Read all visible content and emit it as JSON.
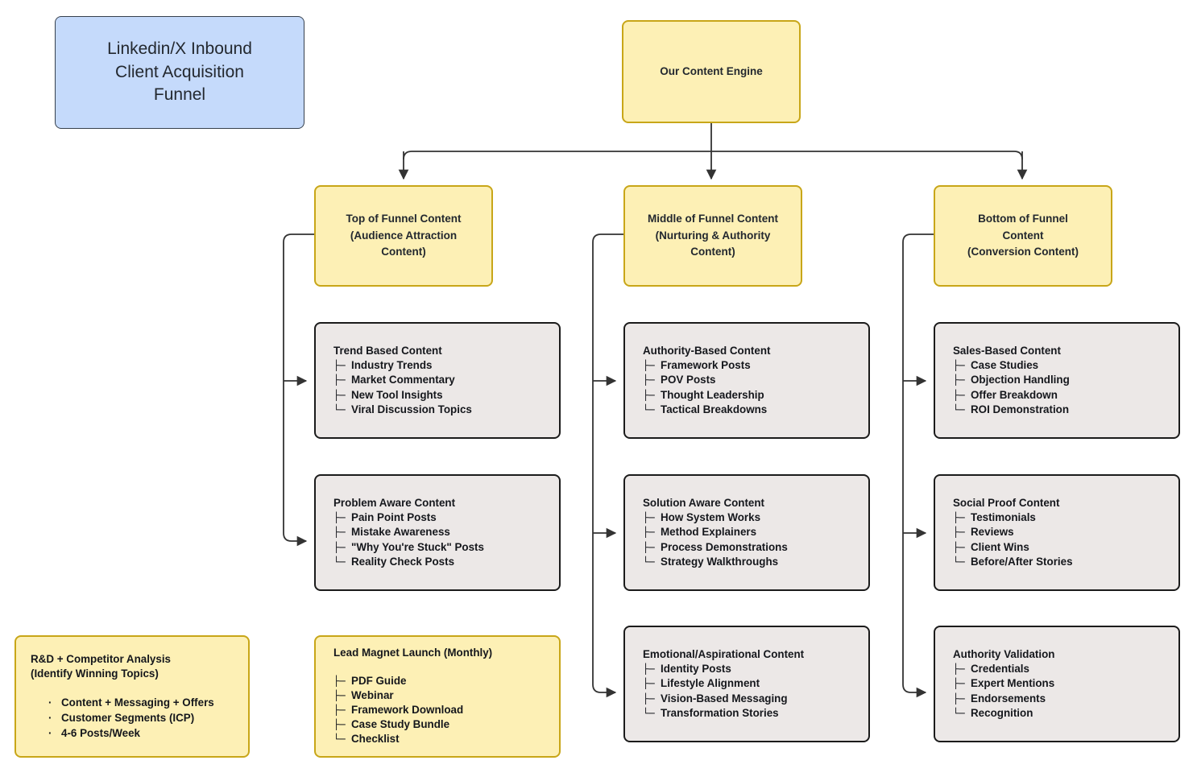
{
  "diagram": {
    "title_box": {
      "lines": [
        "Linkedin/X Inbound",
        "Client Acquisition",
        "Funnel"
      ],
      "fill": "#c5dafb",
      "stroke": "#36404d"
    },
    "root": {
      "label": "Our Content Engine",
      "fill": "#fdf0b5",
      "stroke": "#c8a618"
    },
    "funnel_stages": [
      {
        "id": "tofu",
        "lines": [
          "Top of Funnel Content",
          "(Audience Attraction",
          "Content)"
        ]
      },
      {
        "id": "mofu",
        "lines": [
          "Middle of Funnel Content",
          "(Nurturing & Authority",
          "Content)"
        ]
      },
      {
        "id": "bofu",
        "lines": [
          "Bottom of Funnel",
          "Content",
          "(Conversion Content)"
        ]
      }
    ],
    "detail_nodes": [
      {
        "id": "trend",
        "title": "Trend Based Content",
        "items": [
          "Industry Trends",
          "Market Commentary",
          "New Tool Insights",
          "Viral Discussion Topics"
        ]
      },
      {
        "id": "problem",
        "title": "Problem Aware Content",
        "items": [
          "Pain Point Posts",
          "Mistake Awareness",
          "\"Why You're Stuck\" Posts",
          "Reality Check Posts"
        ]
      },
      {
        "id": "authority",
        "title": "Authority-Based Content",
        "items": [
          "Framework Posts",
          "POV Posts",
          "Thought Leadership",
          "Tactical Breakdowns"
        ]
      },
      {
        "id": "solution",
        "title": "Solution Aware Content",
        "items": [
          "How System Works",
          "Method Explainers",
          "Process Demonstrations",
          "Strategy Walkthroughs"
        ]
      },
      {
        "id": "emotional",
        "title": "Emotional/Aspirational Content",
        "items": [
          "Identity Posts",
          "Lifestyle Alignment",
          "Vision-Based Messaging",
          "Transformation Stories"
        ]
      },
      {
        "id": "sales",
        "title": "Sales-Based Content",
        "items": [
          "Case Studies",
          "Objection Handling",
          "Offer Breakdown",
          "ROI Demonstration"
        ]
      },
      {
        "id": "social",
        "title": "Social Proof Content",
        "items": [
          "Testimonials",
          "Reviews",
          "Client Wins",
          "Before/After Stories"
        ]
      },
      {
        "id": "validation",
        "title": "Authority Validation",
        "items": [
          "Credentials",
          "Expert Mentions",
          "Endorsements",
          "Recognition"
        ]
      }
    ],
    "rnd_box": {
      "title_lines": [
        "R&D + Competitor Analysis",
        "(Identify Winning Topics)"
      ],
      "bullets": [
        "Content + Messaging + Offers",
        "Customer Segments (ICP)",
        "4-6 Posts/Week"
      ],
      "bullet_glyph": "·"
    },
    "lead_magnet_box": {
      "title": "Lead Magnet Launch (Monthly)",
      "items": [
        "PDF Guide",
        "Webinar",
        "Framework Download",
        "Case Study Bundle",
        "Checklist"
      ]
    },
    "tree_glyphs": {
      "branch": "├─ ",
      "last": "└─ "
    },
    "colors": {
      "yellow_fill": "#fdf0b5",
      "yellow_stroke": "#c8a618",
      "grey_fill": "#ece8e7",
      "grey_stroke": "#1b1b1b",
      "blue_fill": "#c5dafb",
      "blue_stroke": "#36404d",
      "edge": "#333333",
      "text": "#15171c"
    }
  }
}
